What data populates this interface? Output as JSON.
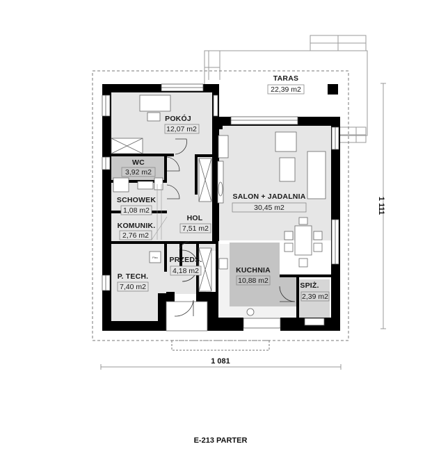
{
  "drawing": {
    "title": "E-213 PARTER",
    "dimension_width": "1 081",
    "dimension_height": "1 111"
  },
  "colors": {
    "wall": "#000000",
    "floor": "#e6e6e6",
    "kitchen_floor": "#c4c4c4",
    "wet_floor": "#c9c9c9",
    "line": "#888888"
  },
  "rooms": [
    {
      "id": "taras",
      "name": "TARAS",
      "area": "22,39 m2"
    },
    {
      "id": "pokoj",
      "name": "POKÓJ",
      "area": "12,07 m2"
    },
    {
      "id": "wc",
      "name": "WC",
      "area": "3,92 m2"
    },
    {
      "id": "schowek",
      "name": "SCHOWEK",
      "area": "1,08 m2"
    },
    {
      "id": "komunik",
      "name": "KOMUNIK.",
      "area": "2,76 m2"
    },
    {
      "id": "hol",
      "name": "HOL",
      "area": "7,51 m2"
    },
    {
      "id": "salon",
      "name": "SALON + JADALNIA",
      "area": "30,45 m2"
    },
    {
      "id": "przeds",
      "name": "PRZEDS.",
      "area": "4,18 m2"
    },
    {
      "id": "ptech",
      "name": "P. TECH.",
      "area": "7,40 m2"
    },
    {
      "id": "kuchnia",
      "name": "KUCHNIA",
      "area": "10,88 m2"
    },
    {
      "id": "spiz",
      "name": "SPIŻ.",
      "area": "2,39 m2"
    }
  ],
  "fixtures": {
    "boiler_label": "Piec"
  }
}
